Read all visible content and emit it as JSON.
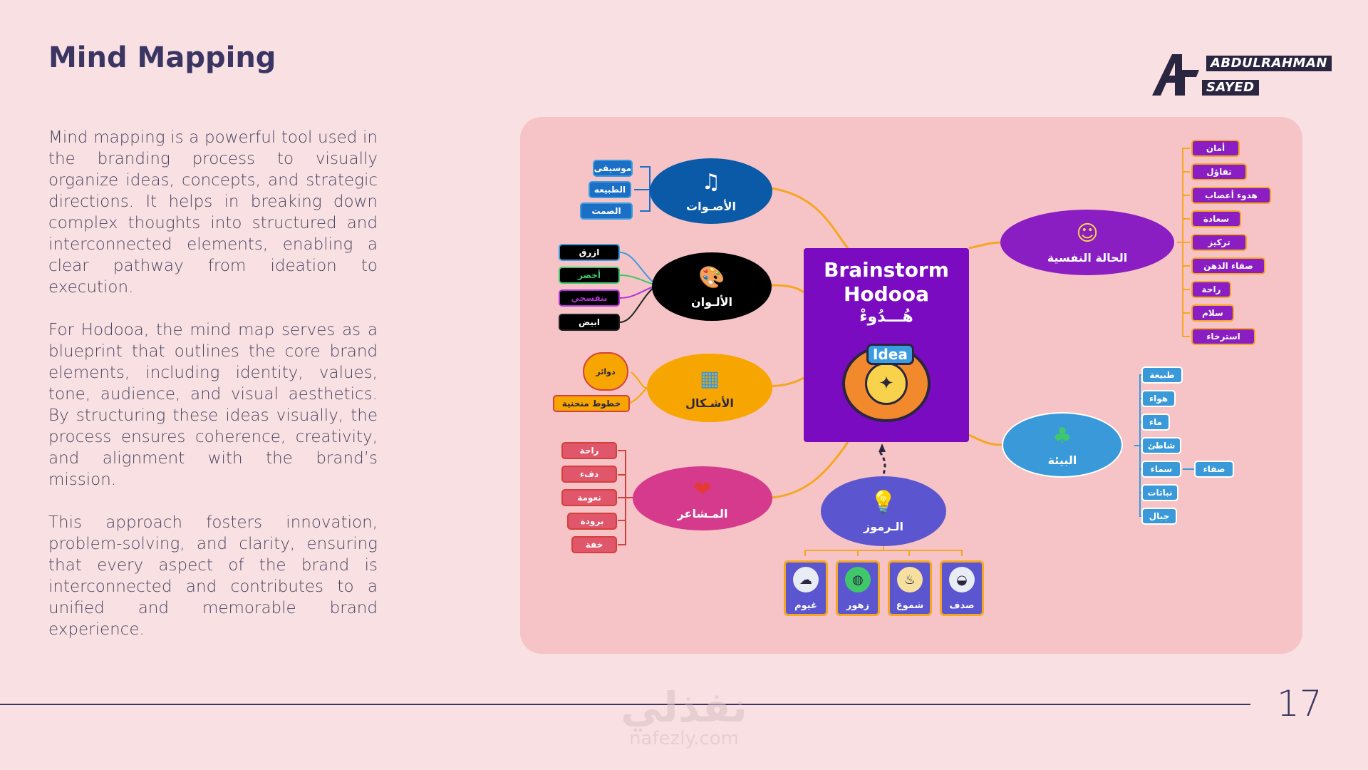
{
  "page": {
    "title": "Mind Mapping",
    "number": "17"
  },
  "brand": {
    "name_line1": "ABDULRAHMAN",
    "name_line2": "SAYED"
  },
  "body": {
    "paragraph_1": "Mind mapping is a powerful tool used in the branding process to visually organize ideas, concepts, and strategic directions. It helps in breaking down complex thoughts into structured and interconnected elements, enabling a clear pathway from ideation to execution.",
    "paragraph_2": "For Hodooa, the mind map serves as a blueprint that outlines the core brand elements, including identity, values, tone, audience, and visual aesthetics. By structuring these ideas visually, the process ensures coherence, creativity, and alignment with the brand’s mission.",
    "paragraph_3": "This approach fosters innovation, problem-solving, and clarity, ensuring that every aspect of the brand is interconnected and contributes to a unified and memorable brand experience."
  },
  "mindmap": {
    "center": {
      "title_en": "Brainstorm Hodooa",
      "title_ar": "هُـــدُوءْ",
      "image_badge": "Idea"
    },
    "sounds": {
      "label": "الأصـوات",
      "icon": "music-notes-icon",
      "color": "#0b5aa8",
      "items": [
        "موسيقى",
        "الطبيعه",
        "الصمت"
      ]
    },
    "colors": {
      "label": "الألـوان",
      "icon": "palette-icon",
      "color": "#000000",
      "items": [
        "ازرق",
        "أخضر",
        "بنفسجي",
        "ابيض"
      ],
      "item_borders": [
        "#3b9be0",
        "#3fc76a",
        "#b233d6",
        "#222222"
      ]
    },
    "shapes": {
      "label": "الأشـكال",
      "icon": "cubes-icon",
      "color": "#f7a500",
      "items": [
        "دوائر",
        "خطوط منحنية"
      ]
    },
    "feelings": {
      "label": "المـشاعر",
      "icon": "hearts-icon",
      "color": "#d63a8c",
      "items": [
        "راحة",
        "دفء",
        "نعومة",
        "برودة",
        "خفة"
      ]
    },
    "symbols": {
      "label": "الـرموز",
      "icon": "lightbulb-icon",
      "color": "#5b55cf",
      "items": [
        "غيوم",
        "زهور",
        "شموع",
        "صدف"
      ],
      "item_icons": [
        "cloud-icon",
        "globe-icon",
        "candle-icon",
        "shell-icon"
      ]
    },
    "mood": {
      "label": "الحالة النفسية",
      "icon": "smiley-icon",
      "color": "#8a1ec2",
      "items": [
        "أمان",
        "تفاؤل",
        "هدوء أعصاب",
        "سعادة",
        "تركيز",
        "صفاء الذهن",
        "راحة",
        "سلام",
        "استرخاء"
      ]
    },
    "environment": {
      "label": "البيئة",
      "icon": "trees-icon",
      "color": "#3a9ad9",
      "items": [
        "طبيعة",
        "هواء",
        "ماء",
        "شاطئ",
        "سماء",
        "نباتات",
        "جبال"
      ],
      "sub_item": "صفاء"
    }
  },
  "watermark": {
    "text_ar": "نفذلي",
    "text_en": "nafezly.com"
  }
}
